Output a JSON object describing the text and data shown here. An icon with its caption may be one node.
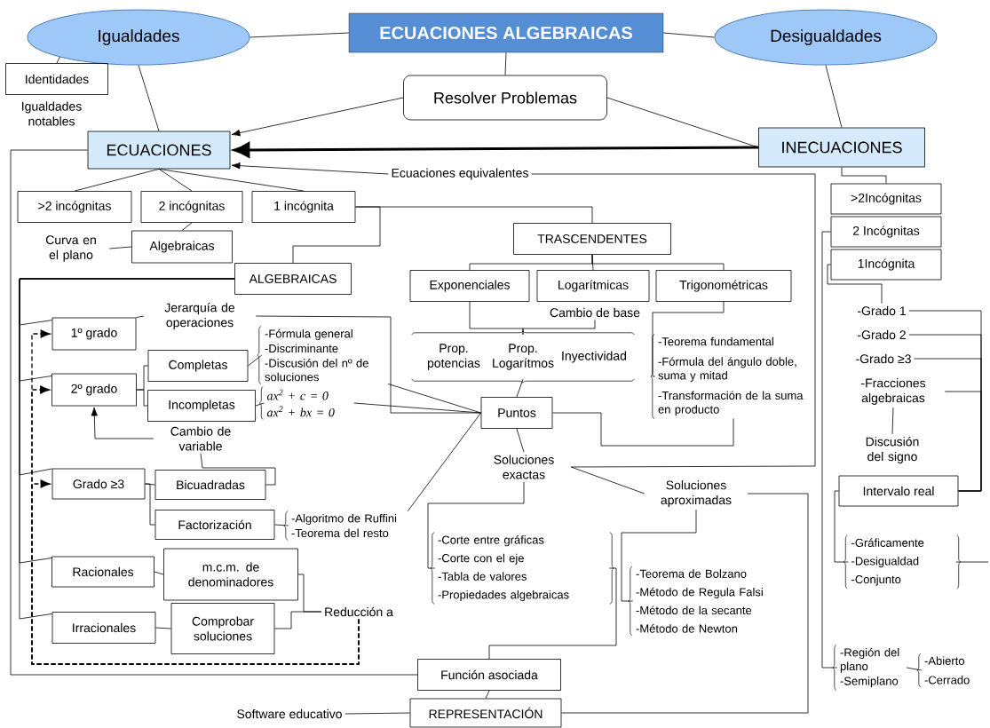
{
  "diagram": {
    "nodes": [
      {
        "text": [
          "ECUACIONES ALGEBRAICAS"
        ]
      },
      {
        "text": [
          "Igualdades"
        ]
      },
      {
        "text": [
          "Desigualdades"
        ]
      },
      {
        "text": [
          "Identidades"
        ]
      },
      {
        "text": [
          "Igualdades notables"
        ]
      },
      {
        "text": [
          "Resolver Problemas"
        ]
      },
      {
        "text": [
          "ECUACIONES"
        ]
      },
      {
        "text": [
          "INECUACIONES"
        ]
      },
      {
        "text": [
          "Ecuaciones equivalentes"
        ]
      },
      {
        "text": [
          ">2 incógnitas"
        ]
      },
      {
        "text": [
          "2 incógnitas"
        ]
      },
      {
        "text": [
          "1 incógnita"
        ]
      },
      {
        "text": [
          "Curva en el plano"
        ]
      },
      {
        "text": [
          "Algebraicas"
        ]
      },
      {
        "text": [
          "TRASCENDENTES"
        ]
      },
      {
        "text": [
          "ALGEBRAICAS"
        ]
      },
      {
        "text": [
          "Exponenciales"
        ]
      },
      {
        "text": [
          "Logarítmicas"
        ]
      },
      {
        "text": [
          "Trigonométricas"
        ]
      },
      {
        "text": [
          "Cambio de base"
        ]
      },
      {
        "text": [
          "Prop. potencias",
          "Prop. Logarítmos",
          "Inyectividad"
        ]
      },
      {
        "text": [
          "Jerarquía de operaciones"
        ]
      },
      {
        "text": [
          "1º grado"
        ]
      },
      {
        "text": [
          "-Fórmula general",
          "-Discriminante",
          "-Discusión del nº de soluciones"
        ]
      },
      {
        "text": [
          "2º grado"
        ]
      },
      {
        "text": [
          "Completas"
        ]
      },
      {
        "text": [
          "Incompletas"
        ]
      },
      {
        "text": [
          "ax$^{2}$ + c = 0",
          "ax$^{2}$ + bx = 0"
        ]
      },
      {
        "text": [
          "Cambio de variable"
        ]
      },
      {
        "text": [
          "Puntos"
        ]
      },
      {
        "text": [
          "-Teorema fundamental",
          "-Fórmula del ángulo doble, suma y mitad",
          "-Transformación de la suma en producto"
        ]
      },
      {
        "text": [
          "Soluciones exactas"
        ]
      },
      {
        "text": [
          "Soluciones aproximadas"
        ]
      },
      {
        "text": [
          "Grado ≥3"
        ]
      },
      {
        "text": [
          "Bicuadradas"
        ]
      },
      {
        "text": [
          "Factorización"
        ]
      },
      {
        "text": [
          "-Algoritmo de Ruffini",
          "-Teorema del resto"
        ]
      },
      {
        "text": [
          "Racionales"
        ]
      },
      {
        "text": [
          "m.c.m. de denominadores"
        ]
      },
      {
        "text": [
          "Reducción a"
        ]
      },
      {
        "text": [
          "Irracionales"
        ]
      },
      {
        "text": [
          "Comprobar soluciones"
        ]
      },
      {
        "text": [
          "-Corte entre gráficas",
          "-Corte con el eje",
          "-Tabla de valores",
          "-Propiedades algebraicas"
        ]
      },
      {
        "text": [
          "-Teorema de Bolzano",
          "-Método de Regula Falsi",
          "-Método de la secante",
          "-Método de Newton"
        ]
      },
      {
        "text": [
          "Función asociada"
        ]
      },
      {
        "text": [
          "Software educativo"
        ]
      },
      {
        "text": [
          "REPRESENTACIÓN"
        ]
      },
      {
        "text": [
          ">2Incógnitas"
        ]
      },
      {
        "text": [
          "2 Incógnitas"
        ]
      },
      {
        "text": [
          "1Incógnita"
        ]
      },
      {
        "text": [
          "-Grado 1"
        ]
      },
      {
        "text": [
          "-Grado 2"
        ]
      },
      {
        "text": [
          "-Grado ≥3"
        ]
      },
      {
        "text": [
          "-Fracciones algebraicas"
        ]
      },
      {
        "text": [
          "Discusión del signo"
        ]
      },
      {
        "text": [
          "Intervalo real"
        ]
      },
      {
        "text": [
          "-Gráficamente",
          "-Desigualdad",
          "-Conjunto"
        ]
      },
      {
        "text": [
          "-Región del plano",
          "-Semiplano"
        ]
      },
      {
        "text": [
          "-Abierto",
          "-Cerrado"
        ]
      }
    ],
    "edges": [
      {
        "from": 0,
        "to": 1,
        "arrow": "none"
      },
      {
        "from": 0,
        "to": 2,
        "arrow": "none"
      },
      {
        "from": 0,
        "to": 5,
        "arrow": "none"
      },
      {
        "from": 1,
        "to": 3,
        "arrow": "none"
      },
      {
        "from": 1,
        "to": 6,
        "arrow": "none"
      },
      {
        "from": 2,
        "to": 7,
        "arrow": "none"
      },
      {
        "from": 5,
        "to": 6,
        "arrow": "to"
      },
      {
        "from": 5,
        "to": 7,
        "arrow": "none"
      },
      {
        "from": 7,
        "to": 6,
        "arrow": "to",
        "style": "thick"
      },
      {
        "from": 8,
        "to": 6,
        "arrow": "to"
      },
      {
        "from": 8,
        "to": 31,
        "arrow": "none"
      },
      {
        "from": 6,
        "to": 9,
        "arrow": "none"
      },
      {
        "from": 6,
        "to": 10,
        "arrow": "none"
      },
      {
        "from": 6,
        "to": 11,
        "arrow": "none"
      },
      {
        "from": 10,
        "to": 13,
        "arrow": "none"
      },
      {
        "from": 13,
        "to": 12,
        "arrow": "none"
      },
      {
        "from": 11,
        "to": 14,
        "arrow": "none"
      },
      {
        "from": 11,
        "to": 15,
        "arrow": "none"
      },
      {
        "from": 6,
        "to": 44,
        "arrow": "none"
      },
      {
        "from": 14,
        "to": 16,
        "arrow": "none"
      },
      {
        "from": 14,
        "to": 17,
        "arrow": "none"
      },
      {
        "from": 14,
        "to": 18,
        "arrow": "none"
      },
      {
        "from": 16,
        "to": 20,
        "arrow": "none"
      },
      {
        "from": 19,
        "to": 20,
        "arrow": "none"
      },
      {
        "from": 20,
        "to": 29,
        "arrow": "none"
      },
      {
        "from": 15,
        "to": 22,
        "arrow": "none"
      },
      {
        "from": 15,
        "to": 24,
        "arrow": "none"
      },
      {
        "from": 15,
        "to": 33,
        "arrow": "none"
      },
      {
        "from": 15,
        "to": 37,
        "arrow": "none"
      },
      {
        "from": 15,
        "to": 40,
        "arrow": "none"
      },
      {
        "from": 39,
        "to": 22,
        "arrow": "to",
        "style": "dashed"
      },
      {
        "from": 39,
        "to": 24,
        "arrow": "to",
        "style": "dashed"
      },
      {
        "from": 39,
        "to": 33,
        "arrow": "to",
        "style": "dashed"
      },
      {
        "from": 38,
        "to": 39,
        "arrow": "none"
      },
      {
        "from": 41,
        "to": 39,
        "arrow": "none"
      },
      {
        "from": 22,
        "to": 21,
        "arrow": "none"
      },
      {
        "from": 21,
        "to": 29,
        "arrow": "none"
      },
      {
        "from": 24,
        "to": 25,
        "arrow": "none"
      },
      {
        "from": 24,
        "to": 26,
        "arrow": "none"
      },
      {
        "from": 25,
        "to": 23,
        "arrow": "none"
      },
      {
        "from": 26,
        "to": 27,
        "arrow": "none"
      },
      {
        "from": 27,
        "to": 29,
        "arrow": "none"
      },
      {
        "from": 23,
        "to": 29,
        "arrow": "none"
      },
      {
        "from": 28,
        "to": 24,
        "arrow": "to"
      },
      {
        "from": 34,
        "to": 28,
        "arrow": "none"
      },
      {
        "from": 33,
        "to": 34,
        "arrow": "none"
      },
      {
        "from": 33,
        "to": 35,
        "arrow": "none"
      },
      {
        "from": 35,
        "to": 36,
        "arrow": "none"
      },
      {
        "from": 36,
        "to": 29,
        "arrow": "none"
      },
      {
        "from": 37,
        "to": 38,
        "arrow": "none"
      },
      {
        "from": 40,
        "to": 41,
        "arrow": "none"
      },
      {
        "from": 18,
        "to": 30,
        "arrow": "none"
      },
      {
        "from": 29,
        "to": 30,
        "arrow": "none"
      },
      {
        "from": 29,
        "to": 31,
        "arrow": "none"
      },
      {
        "from": 31,
        "to": 42,
        "arrow": "none"
      },
      {
        "from": 31,
        "to": 32,
        "arrow": "none"
      },
      {
        "from": 32,
        "to": 43,
        "arrow": "none"
      },
      {
        "from": 42,
        "to": 44,
        "arrow": "none"
      },
      {
        "from": 44,
        "to": 46,
        "arrow": "none"
      },
      {
        "from": 45,
        "to": 46,
        "arrow": "none"
      },
      {
        "from": 32,
        "to": 46,
        "arrow": "none"
      },
      {
        "from": 7,
        "to": 47,
        "arrow": "none"
      },
      {
        "from": 48,
        "to": 57,
        "arrow": "none"
      },
      {
        "from": 49,
        "to": 50,
        "arrow": "none"
      },
      {
        "from": 50,
        "to": 55,
        "arrow": "none"
      },
      {
        "from": 51,
        "to": 55,
        "arrow": "none"
      },
      {
        "from": 52,
        "to": 55,
        "arrow": "none"
      },
      {
        "from": 53,
        "to": 55,
        "arrow": "none"
      },
      {
        "from": 53,
        "to": 54,
        "arrow": "none"
      },
      {
        "from": 55,
        "to": 56,
        "arrow": "none"
      },
      {
        "from": 56,
        "to": null,
        "arrow": "none"
      },
      {
        "from": 57,
        "to": 58,
        "arrow": "none"
      }
    ]
  }
}
